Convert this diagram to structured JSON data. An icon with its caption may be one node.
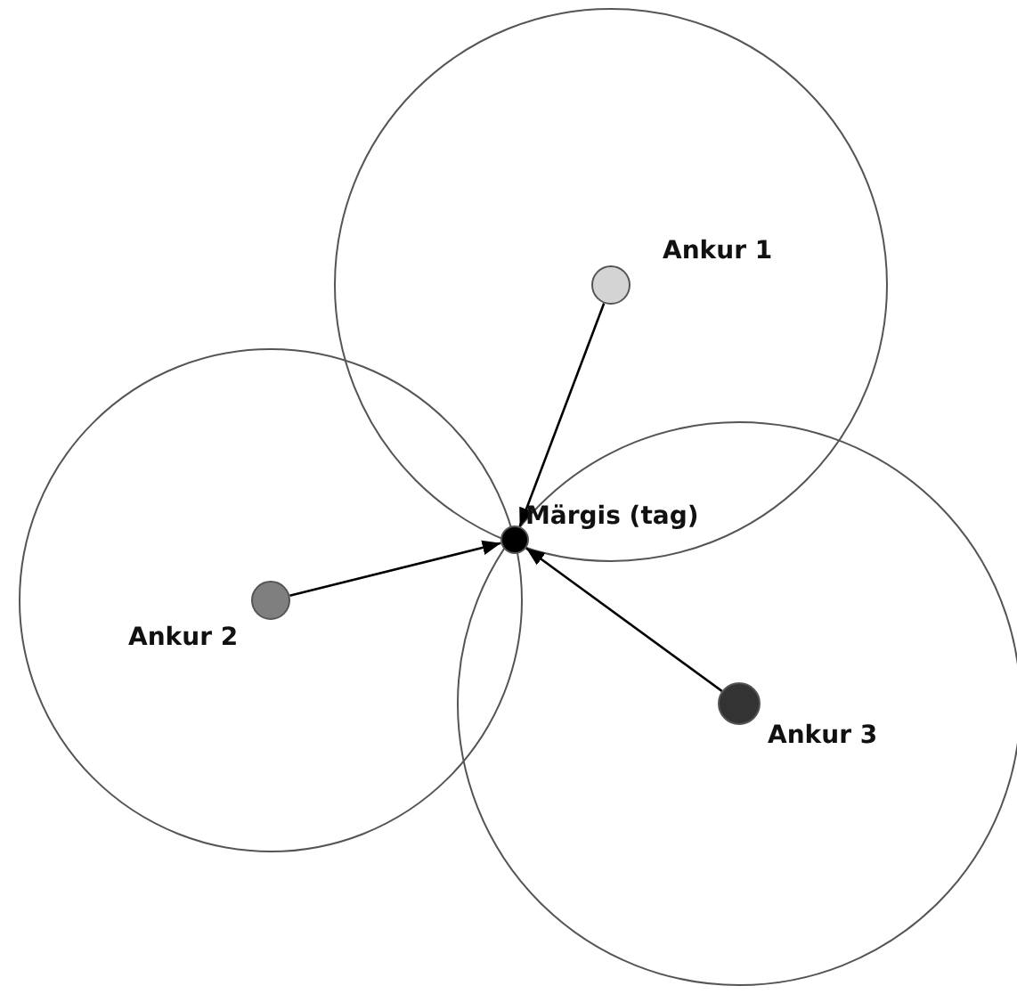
{
  "diagram": {
    "nodes": [
      {
        "text": [],
        "shape": "circle",
        "beside": [
          "Ankur 1"
        ]
      },
      {
        "text": [],
        "shape": "circle",
        "beside": [
          "Ankur 2"
        ]
      },
      {
        "text": [],
        "shape": "circle",
        "beside": [
          "Ankur 3"
        ]
      },
      {
        "text": [],
        "shape": "circle",
        "beside": [
          "Märgis (tag)"
        ]
      }
    ],
    "edges": [
      {
        "from": 0,
        "to": 3,
        "arrow": "to"
      },
      {
        "from": 1,
        "to": 3,
        "arrow": "to"
      },
      {
        "from": 2,
        "to": 3,
        "arrow": "to"
      }
    ]
  }
}
